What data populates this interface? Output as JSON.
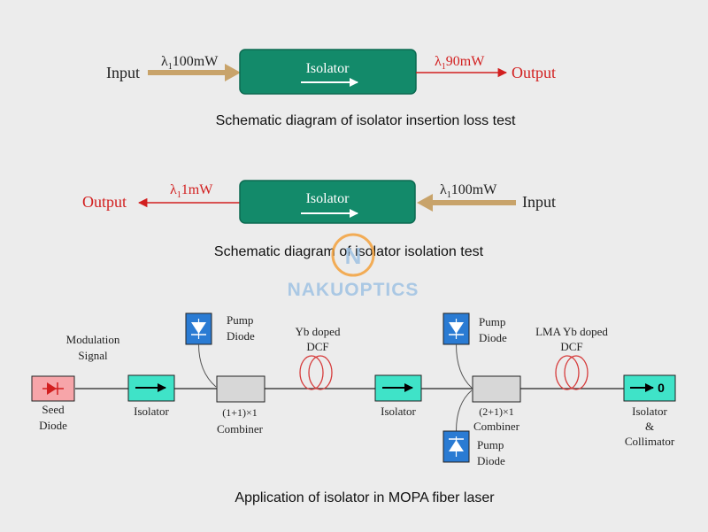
{
  "diagram1": {
    "input_label": "Input",
    "input_power": "100mW",
    "box_label": "Isolator",
    "output_power": "90mW",
    "output_label": "Output",
    "caption": "Schematic diagram of isolator insertion loss test"
  },
  "diagram2": {
    "output_label": "Output",
    "output_power": "1mW",
    "box_label": "Isolator",
    "input_power": "100mW",
    "input_label": "Input",
    "caption": "Schematic diagram of isolator isolation test"
  },
  "watermark": {
    "text": "NAKUOPTICS",
    "logo_letter": "N"
  },
  "mopa": {
    "modulation_line1": "Modulation",
    "modulation_line2": "Signal",
    "seed_line1": "Seed",
    "seed_line2": "Diode",
    "isolator1": "Isolator",
    "pump1_line1": "Pump",
    "pump1_line2": "Diode",
    "combiner1_line1": "(1+1)×1",
    "combiner1_line2": "Combiner",
    "dcf1_line1": "Yb doped",
    "dcf1_line2": "DCF",
    "isolator2": "Isolator",
    "pump2_line1": "Pump",
    "pump2_line2": "Diode",
    "combiner2_line1": "(2+1)×1",
    "combiner2_line2": "Combiner",
    "pump3_line1": "Pump",
    "pump3_line2": "Diode",
    "dcf2_line1": "LMA Yb doped",
    "dcf2_line2": "DCF",
    "collimator_line1": "Isolator",
    "collimator_line2": "&",
    "collimator_line3": "Collimator",
    "collimator_symbol": "0",
    "caption": "Application of isolator in MOPA fiber laser"
  },
  "colors": {
    "isolator_green": "#138a6a",
    "input_arrow": "#c8a36a",
    "red_text": "#d21f1f",
    "cyan_box": "#3fe3c8",
    "seed_pink": "#f7a5a9",
    "pump_blue": "#2a7bd3",
    "watermark_orange": "#f4a23c",
    "watermark_blue": "#9fc2e3"
  }
}
